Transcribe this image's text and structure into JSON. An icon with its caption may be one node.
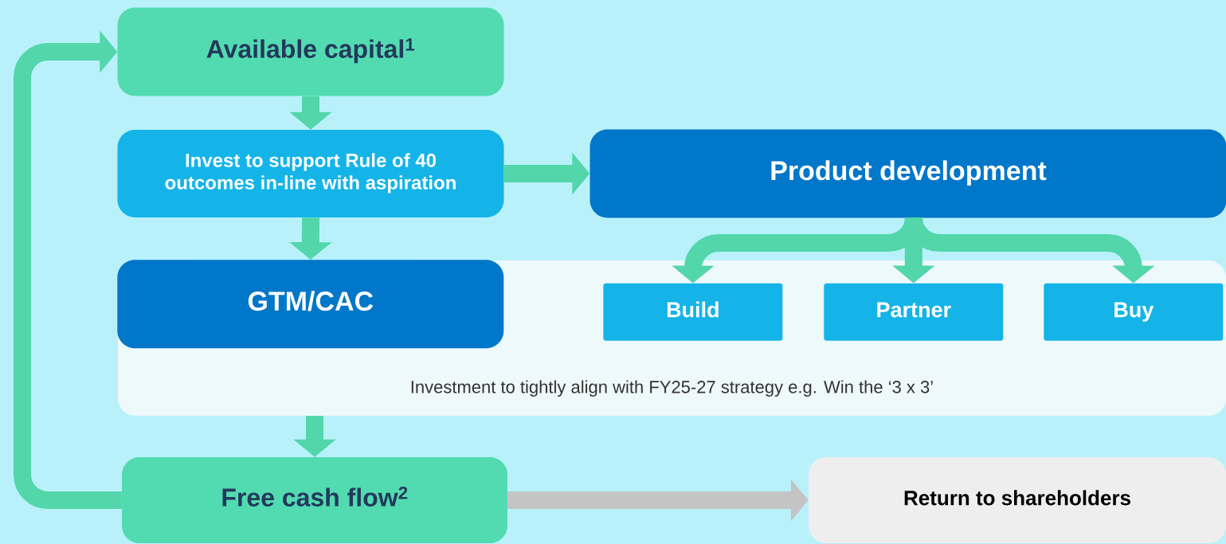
{
  "diagram": {
    "nodes": [
      {
        "text": [
          "Available capital$^{1}$"
        ]
      },
      {
        "text": [
          "Invest to support Rule of 40 outcomes in-line with aspiration"
        ]
      },
      {
        "text": [
          "Product development"
        ]
      },
      {
        "text": [
          "Investment to tightly align with FY25-27 strategy e.g. Win the ‘3 x 3’"
        ]
      },
      {
        "text": [
          "GTM/CAC"
        ],
        "in": 3
      },
      {
        "text": [
          "Build"
        ],
        "in": 3
      },
      {
        "text": [
          "Partner"
        ],
        "in": 3
      },
      {
        "text": [
          "Buy"
        ],
        "in": 3
      },
      {
        "text": [
          "Free cash flow$^{2}$"
        ]
      },
      {
        "text": [
          "Return to shareholders"
        ]
      }
    ],
    "edges": [
      {
        "from": 0,
        "to": 1,
        "arrow": "to"
      },
      {
        "from": 1,
        "to": 2,
        "arrow": "to"
      },
      {
        "from": 1,
        "to": 4,
        "arrow": "to"
      },
      {
        "from": 2,
        "to": 5,
        "arrow": "to"
      },
      {
        "from": 2,
        "to": 6,
        "arrow": "to"
      },
      {
        "from": 2,
        "to": 7,
        "arrow": "to"
      },
      {
        "from": 3,
        "to": 8,
        "arrow": "to"
      },
      {
        "from": 8,
        "to": 0,
        "arrow": "to"
      },
      {
        "from": 8,
        "to": 9,
        "arrow": "to",
        "color": "#c4c4c4"
      }
    ]
  }
}
